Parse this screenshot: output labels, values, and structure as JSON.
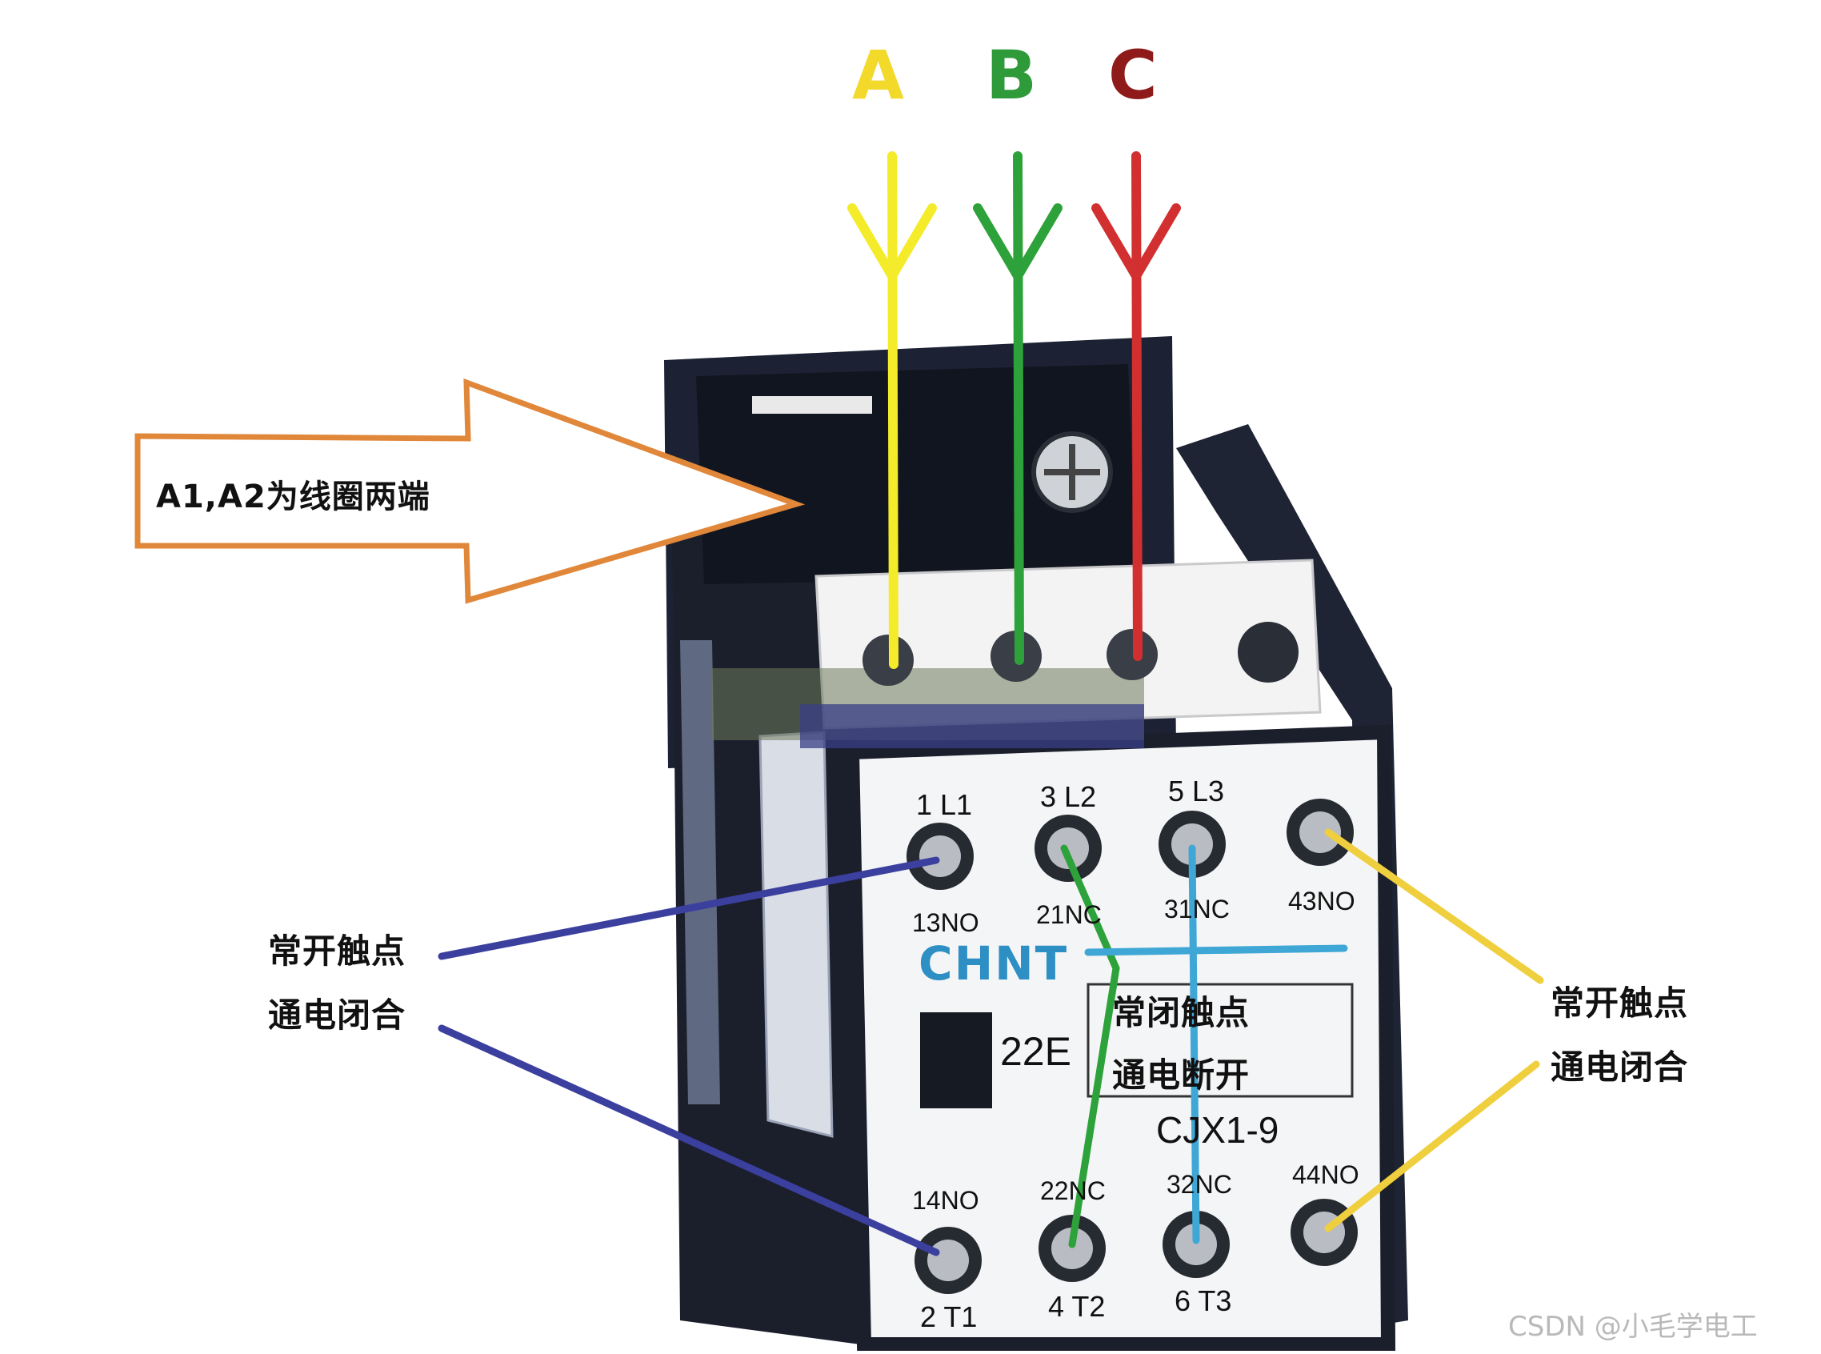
{
  "phases": [
    {
      "label": "A",
      "color": "#f2d92a"
    },
    {
      "label": "B",
      "color": "#2f9a3a"
    },
    {
      "label": "C",
      "color": "#8e1a1a"
    }
  ],
  "wire_colors": {
    "A": "#f4ec2a",
    "B": "#2ea23a",
    "C": "#d23030"
  },
  "coil_callout": {
    "text": "A1,A2为线圈两端",
    "color": "#e0873a"
  },
  "left_annotation": {
    "line1": "常开触点",
    "line2": "通电闭合",
    "color": "#3b3f9e"
  },
  "right_annotation": {
    "line1": "常开触点",
    "line2": "通电闭合",
    "color": "#f0cf3e"
  },
  "center_annotation": {
    "line1": "常闭触点",
    "line2": "通电断开",
    "color": "#2ea23a"
  },
  "top_terminals": [
    "1 L1",
    "3 L2",
    "5 L3"
  ],
  "aux_top": [
    "13NO",
    "21NC",
    "31NC",
    "43NO"
  ],
  "aux_bottom": [
    "14NO",
    "22NC",
    "32NC",
    "44NO"
  ],
  "bottom_terminals": [
    "2 T1",
    "4 T2",
    "6 T3"
  ],
  "brand": "CHNT",
  "model_code": "22E",
  "series": "CJX1-9",
  "watermark": "CSDN @小毛学电工",
  "nc_link_color": "#3fa7d6"
}
